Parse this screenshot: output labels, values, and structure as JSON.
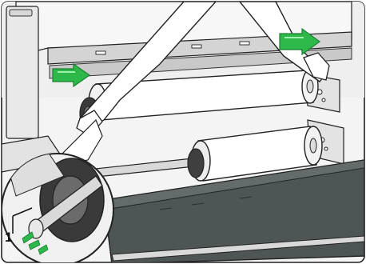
{
  "figure": {
    "callout_label": "1"
  },
  "colors": {
    "outline": "#1a1a1a",
    "light_gray": "#e8e8e8",
    "mid_gray": "#bdbdbd",
    "dark_gray": "#4d5655",
    "arrow_green": "#2db84a",
    "highlight_green": "#58d36b"
  },
  "icons": {
    "push_arrow_left": "green-push-arrow",
    "push_arrow_right": "green-push-arrow",
    "rotate_marks": "green-rotation-marks"
  }
}
